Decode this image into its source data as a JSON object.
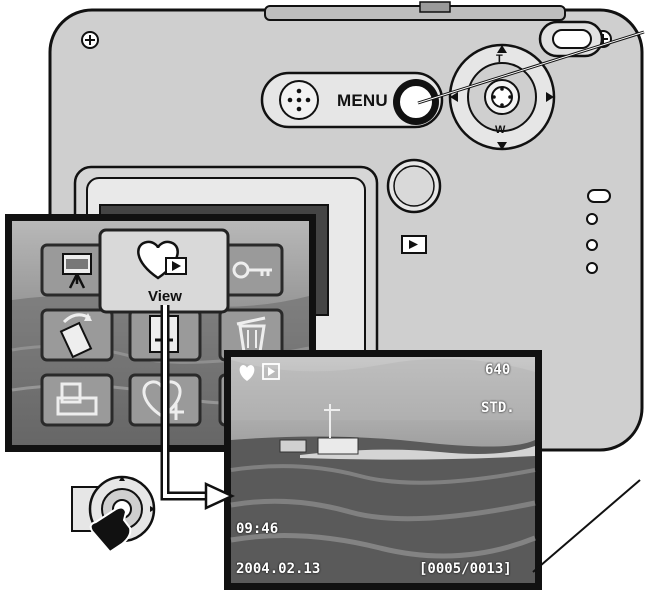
{
  "camera": {
    "menu_button_label": "MENU",
    "zoom_tele_label": "T",
    "zoom_wide_label": "W"
  },
  "menu_overlay": {
    "selected_item_label": "View",
    "icons": [
      "slideshow-icon",
      "view-heart-play-icon",
      "lock-key-icon",
      "rotate-icon",
      "menu-icon",
      "trash-icon",
      "print-icon",
      "heart-add-icon"
    ]
  },
  "playback_screen": {
    "resolution": "640",
    "quality": "STD.",
    "time": "09:46",
    "date": "2004.02.13",
    "frame_counter": "[0005/0013]"
  },
  "colors": {
    "camera_body": "#cfcfcf",
    "outline": "#111111",
    "lcd_screen": "#8a8a8a",
    "highlight_tile": "#d9d9d9"
  }
}
